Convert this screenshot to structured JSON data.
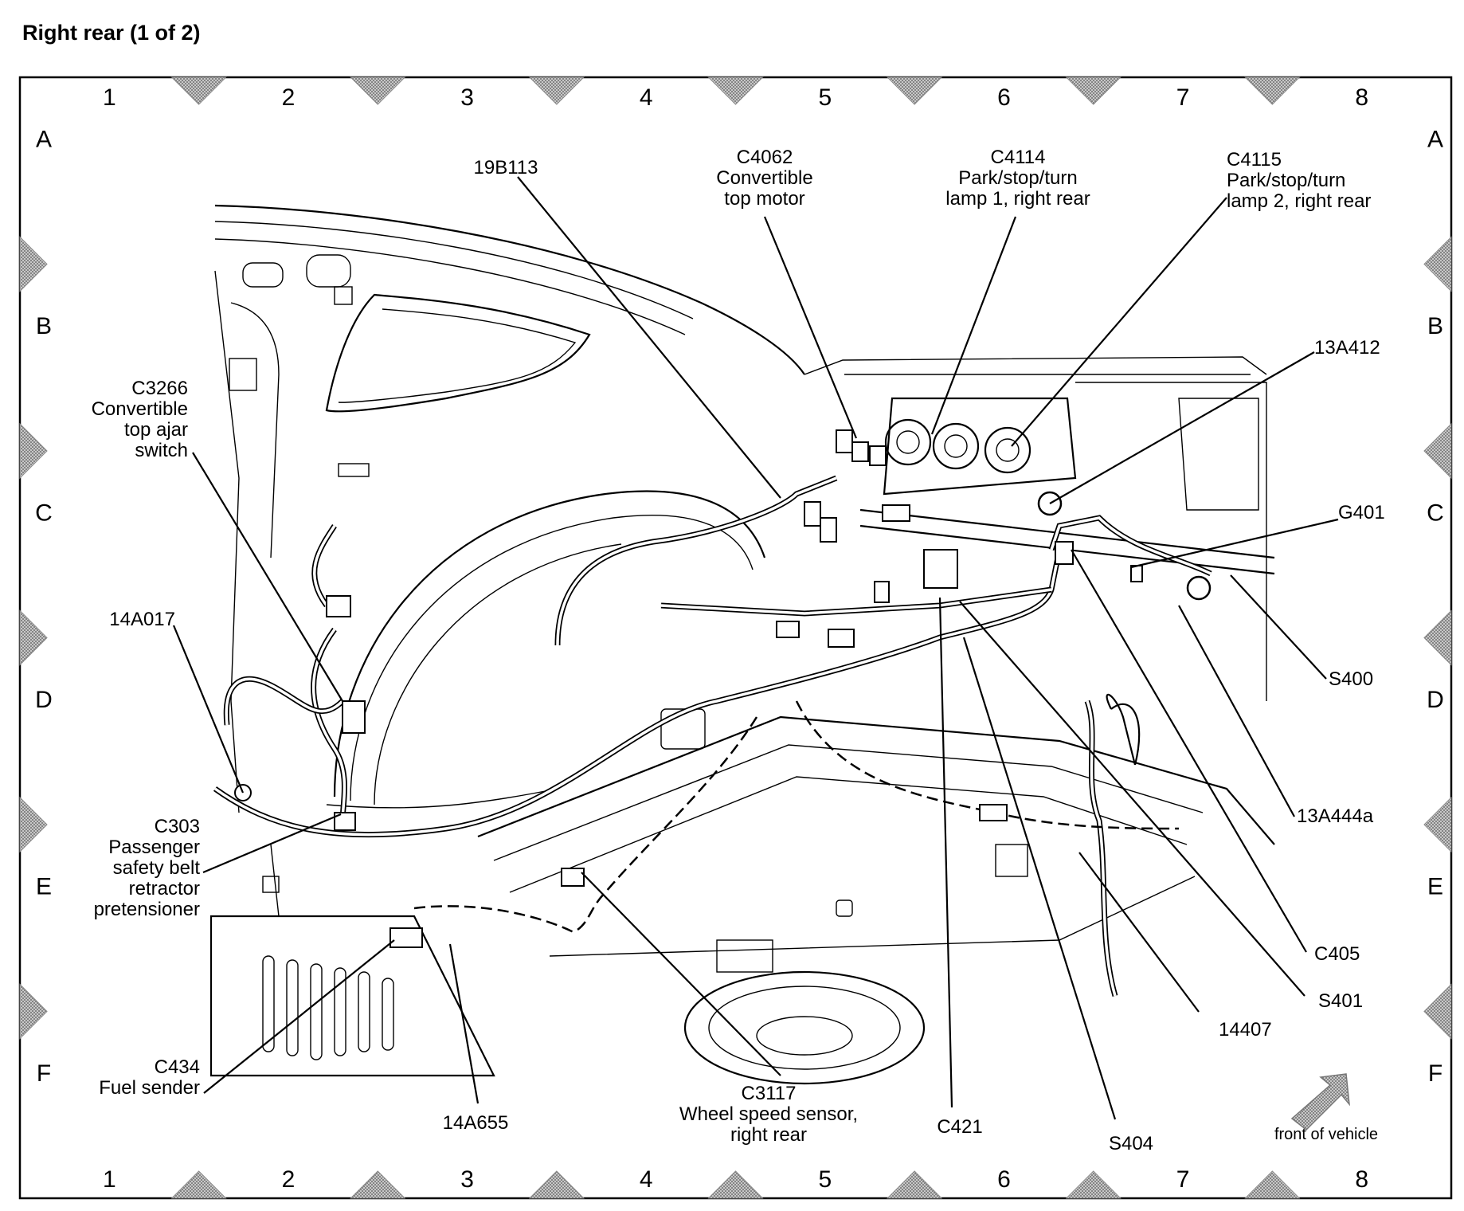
{
  "title": "Right rear (1 of 2)",
  "grid": {
    "columns": [
      "1",
      "2",
      "3",
      "4",
      "5",
      "6",
      "7",
      "8"
    ],
    "rows": [
      "A",
      "B",
      "C",
      "D",
      "E",
      "F"
    ]
  },
  "callouts": [
    {
      "id": "19B113",
      "lines": [
        "19B113"
      ]
    },
    {
      "id": "C4062",
      "lines": [
        "C4062",
        "Convertible",
        "top motor"
      ]
    },
    {
      "id": "C4114",
      "lines": [
        "C4114",
        "Park/stop/turn",
        "lamp 1, right rear"
      ]
    },
    {
      "id": "C4115",
      "lines": [
        "C4115",
        "Park/stop/turn",
        "lamp 2, right rear"
      ]
    },
    {
      "id": "13A412",
      "lines": [
        "13A412"
      ]
    },
    {
      "id": "G401",
      "lines": [
        "G401"
      ]
    },
    {
      "id": "S400",
      "lines": [
        "S400"
      ]
    },
    {
      "id": "13A444a",
      "lines": [
        "13A444a"
      ]
    },
    {
      "id": "C405",
      "lines": [
        "C405"
      ]
    },
    {
      "id": "S401",
      "lines": [
        "S401"
      ]
    },
    {
      "id": "14407",
      "lines": [
        "14407"
      ]
    },
    {
      "id": "S404",
      "lines": [
        "S404"
      ]
    },
    {
      "id": "C421",
      "lines": [
        "C421"
      ]
    },
    {
      "id": "C3117",
      "lines": [
        "C3117",
        "Wheel speed sensor,",
        "right rear"
      ]
    },
    {
      "id": "14A655",
      "lines": [
        "14A655"
      ]
    },
    {
      "id": "C434",
      "lines": [
        "C434",
        "Fuel sender"
      ]
    },
    {
      "id": "C303",
      "lines": [
        "C303",
        "Passenger",
        "safety belt",
        "retractor",
        "pretensioner"
      ]
    },
    {
      "id": "14A017",
      "lines": [
        "14A017"
      ]
    },
    {
      "id": "C3266",
      "lines": [
        "C3266",
        "Convertible",
        "top ajar",
        "switch"
      ]
    }
  ],
  "orientation_label": "front of vehicle",
  "colors": {
    "ink": "#000000",
    "pointer": "#a9a9a9",
    "background": "#ffffff"
  }
}
